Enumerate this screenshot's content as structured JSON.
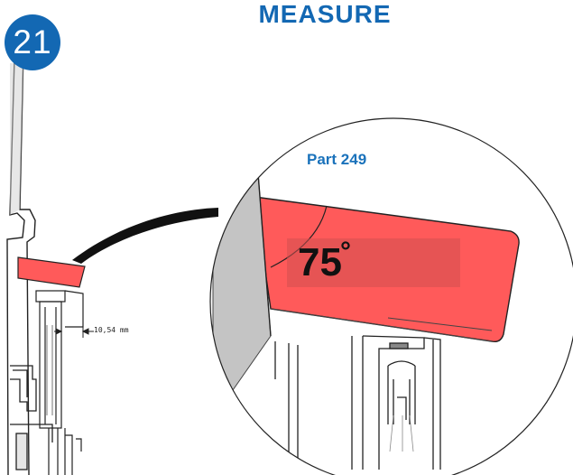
{
  "header": {
    "step_number": "21",
    "title": "MEASURE"
  },
  "detail": {
    "part_label": "Part 249",
    "angle_value": "75",
    "angle_unit": "°"
  },
  "overview": {
    "dimension_label": "10,54 mm"
  },
  "colors": {
    "accent_blue": "#1368b3",
    "part_red": "#ff5a5a"
  }
}
